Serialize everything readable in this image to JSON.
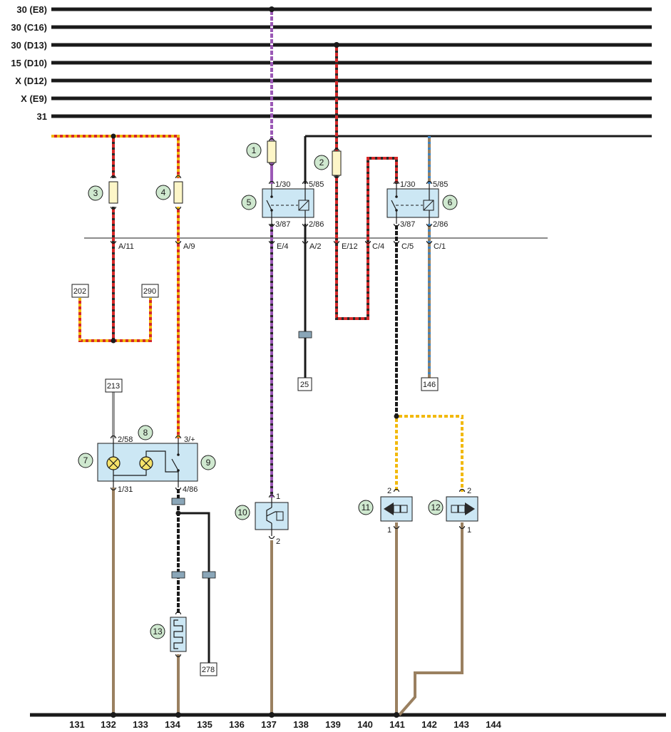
{
  "buses": [
    "30 (E8)",
    "30 (C16)",
    "30 (D13)",
    "15 (D10)",
    "X (D12)",
    "X (E9)",
    "31"
  ],
  "components": {
    "c1": "1",
    "c2": "2",
    "c3": "3",
    "c4": "4",
    "c5": "5",
    "c6": "6",
    "c7": "7",
    "c8": "8",
    "c9": "9",
    "c10": "10",
    "c11": "11",
    "c12": "12",
    "c13": "13"
  },
  "pins": {
    "r5_130": "1/30",
    "r5_585": "5/85",
    "r5_387": "3/87",
    "r5_286": "2/86",
    "r6_130": "1/30",
    "r6_585": "5/85",
    "r6_387": "3/87",
    "r6_286": "2/86",
    "sw_258": "2/58",
    "sw_3": "3/+",
    "sw_131": "1/31",
    "sw_486": "4/86",
    "c10_1": "1",
    "c10_2": "2",
    "c11_2": "2",
    "c11_1": "1",
    "c12_2": "2",
    "c12_1": "1"
  },
  "connectors": {
    "a11": "A/11",
    "a9": "A/9",
    "e4": "E/4",
    "a2": "A/2",
    "e12": "E/12",
    "c4": "C/4",
    "c5": "C/5",
    "c1": "C/1"
  },
  "refs": {
    "r202": "202",
    "r290": "290",
    "r213": "213",
    "r25": "25",
    "r146": "146",
    "r278": "278"
  },
  "footer": [
    "131",
    "132",
    "133",
    "134",
    "135",
    "136",
    "137",
    "138",
    "139",
    "140",
    "141",
    "142",
    "143",
    "144"
  ],
  "colors": {
    "component_fill": "#cce7f4",
    "badge_fill": "#cfe8cf",
    "fuse_fill": "#fdf6c8",
    "wire_brown": "#9a8060",
    "wire_red": "#d62828",
    "wire_yellow": "#f2b90c",
    "wire_purple": "#9b59b6",
    "wire_blue": "#3d86c6",
    "wire_grey": "#9a9a9a"
  }
}
